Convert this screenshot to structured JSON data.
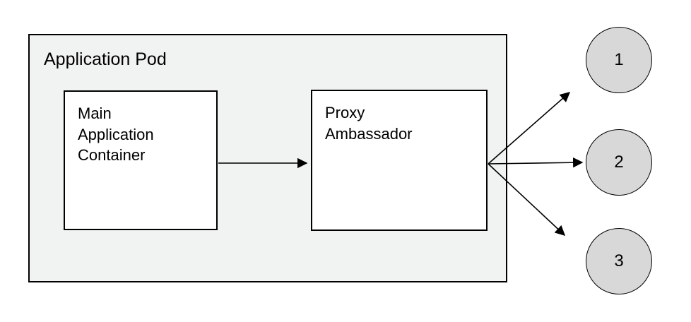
{
  "diagram": {
    "pod": {
      "label": "Application Pod"
    },
    "boxes": {
      "main": {
        "label": "Main Application Container"
      },
      "proxy": {
        "label": "Proxy Ambassador"
      }
    },
    "endpoints": [
      {
        "label": "1"
      },
      {
        "label": "2"
      },
      {
        "label": "3"
      }
    ],
    "connectors": [
      {
        "name": "main-to-proxy"
      },
      {
        "name": "proxy-to-endpoint-1"
      },
      {
        "name": "proxy-to-endpoint-2"
      },
      {
        "name": "proxy-to-endpoint-3"
      }
    ],
    "colors": {
      "pod_fill": "#f1f2f2",
      "box_fill": "#ffffff",
      "endpoint_fill": "#d8d8d8",
      "stroke": "#000000"
    }
  }
}
